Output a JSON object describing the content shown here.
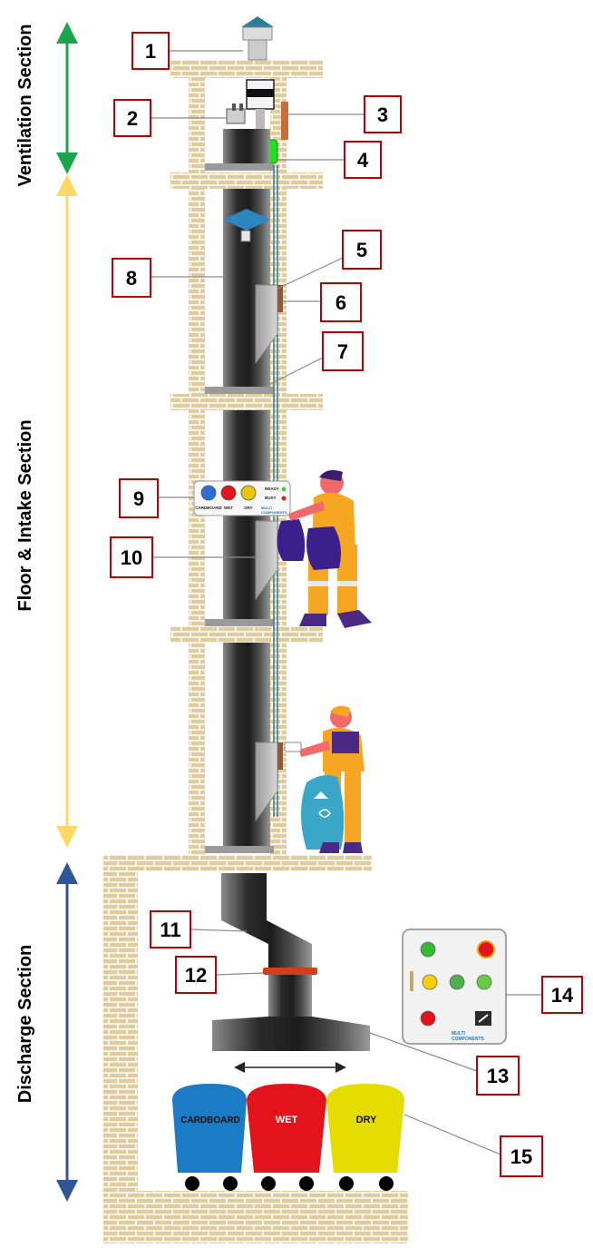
{
  "sections": [
    {
      "label": "Ventilation Section",
      "color": "#1aa64a"
    },
    {
      "label": "Floor & Intake Section",
      "color": "#ffd966"
    },
    {
      "label": "Discharge Section",
      "color": "#2f5597"
    }
  ],
  "callouts": [
    "1",
    "2",
    "3",
    "4",
    "5",
    "6",
    "7",
    "8",
    "9",
    "10",
    "11",
    "12",
    "13",
    "14",
    "15"
  ],
  "panel": {
    "buttons": [
      "CARDBOARD",
      "WET",
      "DRY"
    ],
    "ready": "READY",
    "busy": "BUSY",
    "brand_1": "MULTI",
    "brand_2": "COMPONENTS"
  },
  "control_box": {
    "brand_1": "MULTI",
    "brand_2": "COMPONENTS"
  },
  "bins": [
    {
      "label": "CARDBOARD",
      "color": "#1b7bc4"
    },
    {
      "label": "WET",
      "color": "#e3131c"
    },
    {
      "label": "DRY",
      "color": "#e6dd00"
    }
  ],
  "colors": {
    "callout_border": "#c00000",
    "brick": "#e0cc9c",
    "chute": "#3a3a3a",
    "accent": "#2e7d9b"
  }
}
